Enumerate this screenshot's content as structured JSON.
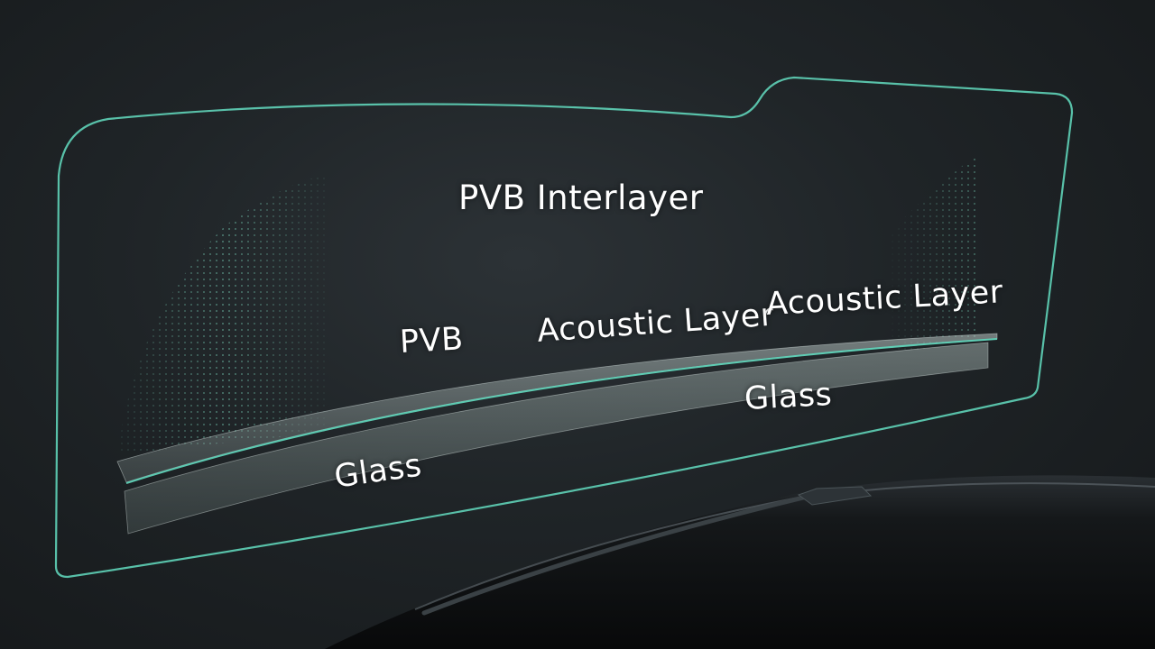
{
  "diagram": {
    "title": "PVB Interlayer",
    "labels": {
      "pvb": "PVB",
      "acoustic_layer_left": "Acoustic Layer",
      "acoustic_layer_right": "Acoustic Layer",
      "glass_left": "Glass",
      "glass_right": "Glass"
    }
  },
  "colors": {
    "background": "#1f2427",
    "outline": "#5fd3b8",
    "text": "#ffffff",
    "dashboard": "#0d0f10"
  }
}
